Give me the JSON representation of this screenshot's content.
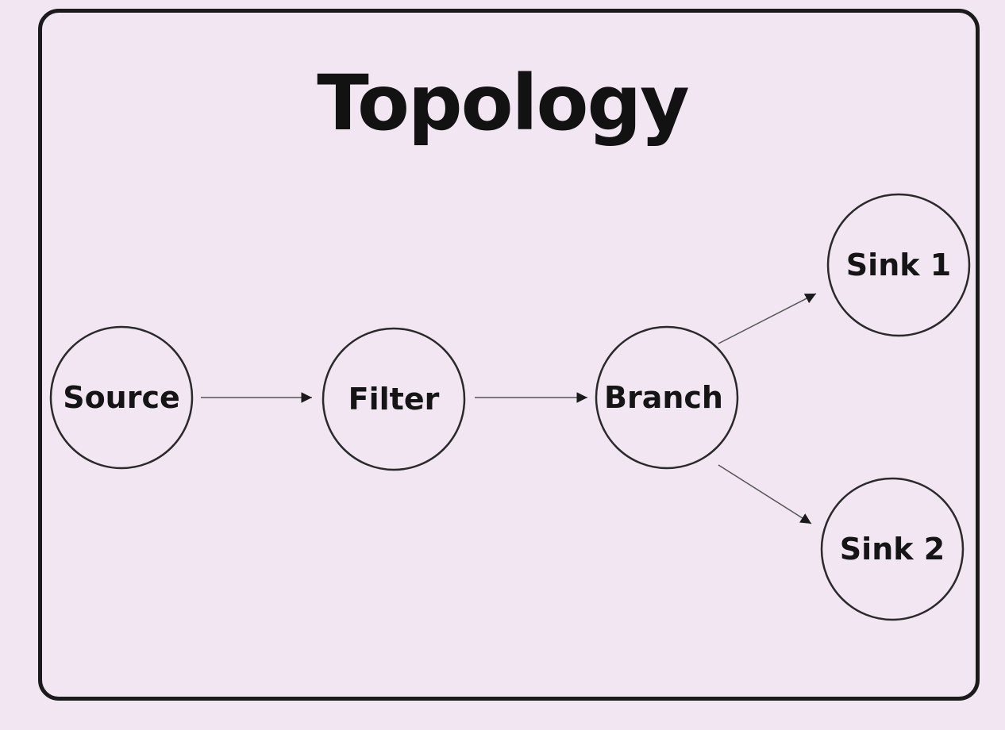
{
  "title": "Topology",
  "colors": {
    "background": "#f2e6f3",
    "ink": "#151515",
    "edge": "#555555"
  },
  "nodes": [
    {
      "id": "source",
      "label": "Source"
    },
    {
      "id": "filter",
      "label": "Filter"
    },
    {
      "id": "branch",
      "label": "Branch"
    },
    {
      "id": "sink1",
      "label": "Sink 1"
    },
    {
      "id": "sink2",
      "label": "Sink 2"
    }
  ],
  "edges": [
    {
      "from": "source",
      "to": "filter"
    },
    {
      "from": "filter",
      "to": "branch"
    },
    {
      "from": "branch",
      "to": "sink1"
    },
    {
      "from": "branch",
      "to": "sink2"
    }
  ]
}
